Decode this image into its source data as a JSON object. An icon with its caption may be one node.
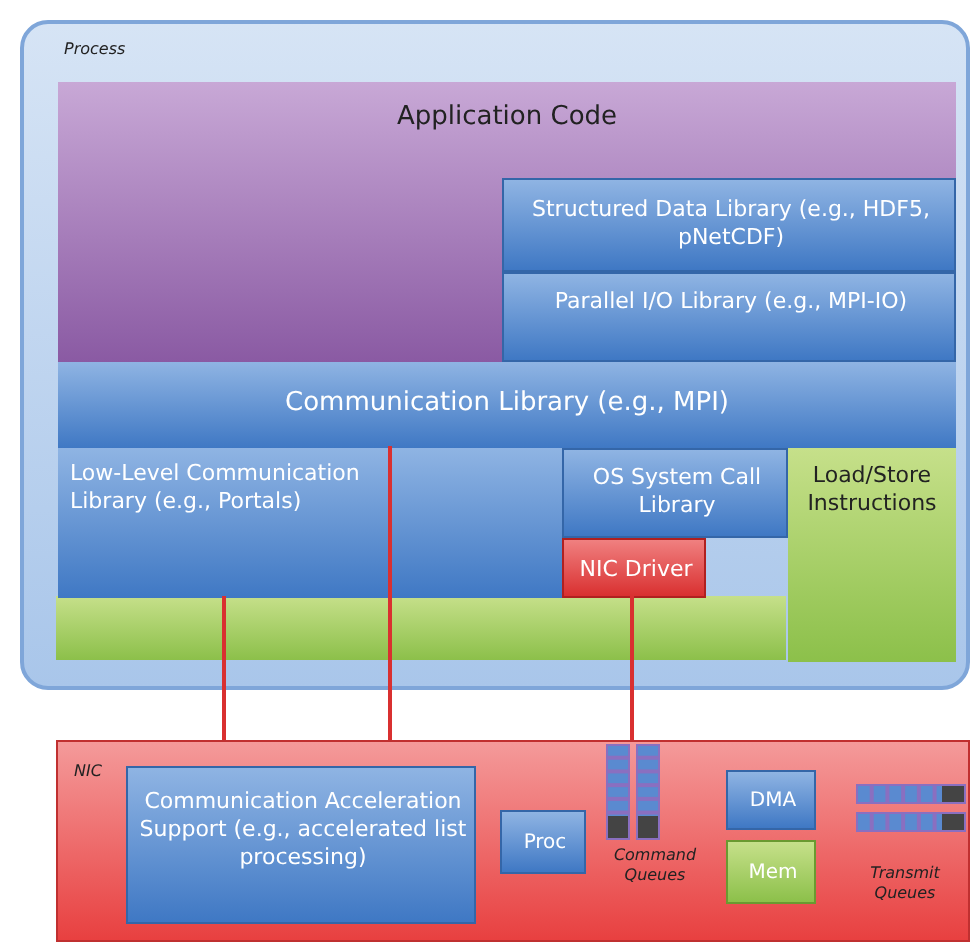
{
  "diagram": {
    "nodes": [
      {
        "text": [
          "Process"
        ]
      },
      {
        "text": [
          "Application Code"
        ],
        "in": 0
      },
      {
        "text": [
          "Structured Data Library (e.g., HDF5, pNetCDF)"
        ],
        "in": 1
      },
      {
        "text": [
          "Parallel I/O Library (e.g., MPI-IO)"
        ],
        "in": 1
      },
      {
        "text": [
          "Communication Library (e.g., MPI)"
        ],
        "in": 0
      },
      {
        "text": [
          "Low-Level Communication Library (e.g., Portals)"
        ],
        "in": 0
      },
      {
        "text": [
          "OS System Call Library"
        ],
        "in": 0
      },
      {
        "text": [
          "NIC Driver"
        ],
        "in": 0
      },
      {
        "text": [
          "Load/Store Instructions"
        ],
        "in": 0
      },
      {
        "text": [
          "NIC"
        ]
      },
      {
        "text": [
          "Communication Acceleration Support (e.g., accelerated list processing)"
        ],
        "in": 9
      },
      {
        "text": [
          "Proc"
        ],
        "in": 9
      },
      {
        "text": [
          "Command Queues"
        ],
        "in": 9
      },
      {
        "text": [
          "DMA"
        ],
        "in": 9
      },
      {
        "text": [
          "Mem"
        ],
        "in": 9
      },
      {
        "text": [
          "Transmit Queues"
        ],
        "in": 9
      },
      {
        "text": [],
        "shape": "box",
        "in": 0
      }
    ],
    "edges": [
      {
        "from": 5,
        "to": 9,
        "arrow": "none"
      },
      {
        "from": 4,
        "to": 9,
        "arrow": "none"
      },
      {
        "from": 7,
        "to": 9,
        "arrow": "none"
      }
    ]
  }
}
